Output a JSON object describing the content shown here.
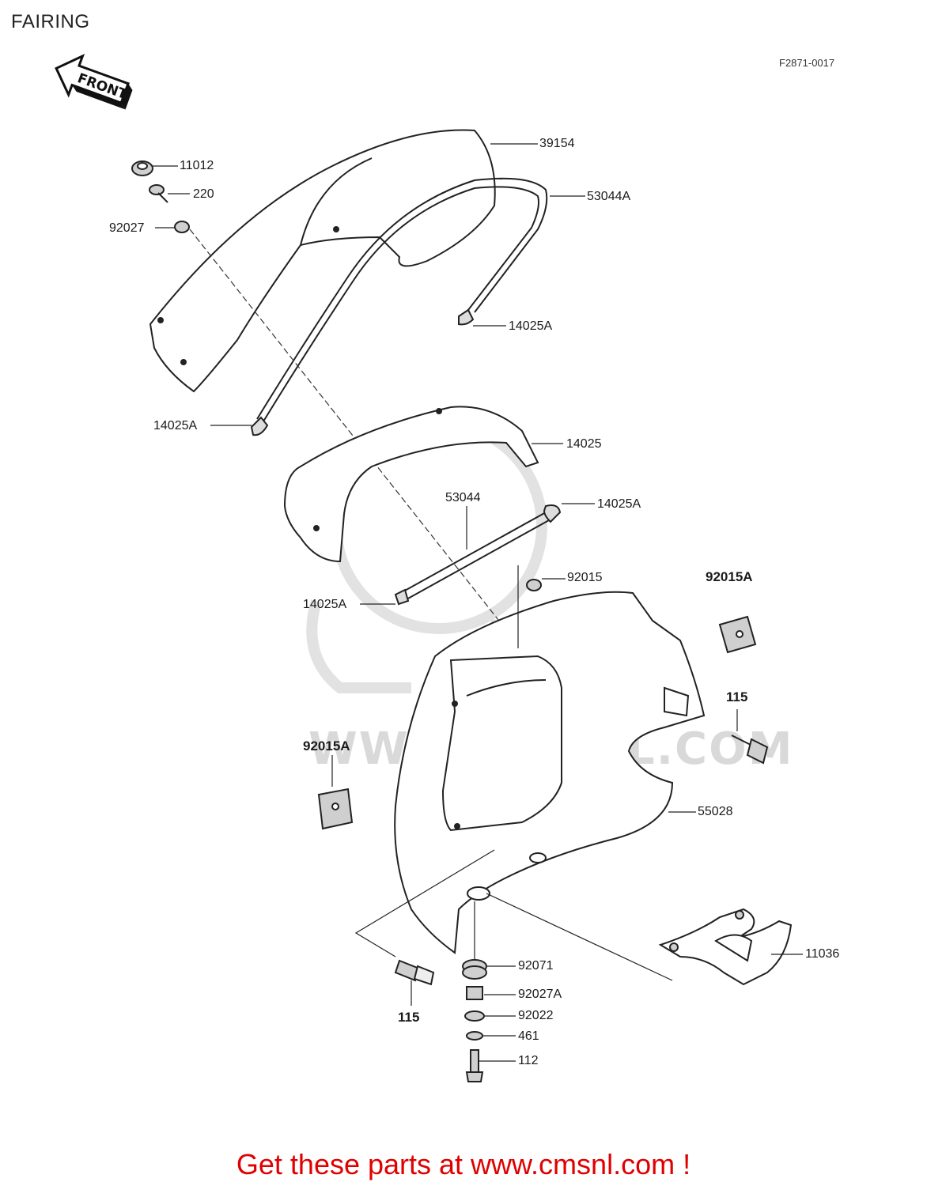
{
  "title": "FAIRING",
  "figure_code": "F2871-0017",
  "front_arrow_label": "FRONT",
  "watermark_text": "WWW.CMSNL.COM",
  "footer": "Get these parts at www.cmsnl.com !",
  "parts": [
    {
      "id": "39154",
      "name": "part-label-39154"
    },
    {
      "id": "11012",
      "name": "part-label-11012"
    },
    {
      "id": "220",
      "name": "part-label-220"
    },
    {
      "id": "53044A",
      "name": "part-label-53044a"
    },
    {
      "id": "92027",
      "name": "part-label-92027"
    },
    {
      "id": "14025A",
      "name": "part-label-14025a-top"
    },
    {
      "id": "14025A",
      "name": "part-label-14025a-left"
    },
    {
      "id": "14025",
      "name": "part-label-14025"
    },
    {
      "id": "53044",
      "name": "part-label-53044"
    },
    {
      "id": "14025A",
      "name": "part-label-14025a-mid"
    },
    {
      "id": "92015",
      "name": "part-label-92015"
    },
    {
      "id": "92015A",
      "name": "part-label-92015a-right"
    },
    {
      "id": "14025A",
      "name": "part-label-14025a-lower"
    },
    {
      "id": "115",
      "name": "part-label-115-right"
    },
    {
      "id": "92015A",
      "name": "part-label-92015a-left"
    },
    {
      "id": "55028",
      "name": "part-label-55028"
    },
    {
      "id": "11036",
      "name": "part-label-11036"
    },
    {
      "id": "92071",
      "name": "part-label-92071"
    },
    {
      "id": "92027A",
      "name": "part-label-92027a"
    },
    {
      "id": "115",
      "name": "part-label-115-bottom"
    },
    {
      "id": "92022",
      "name": "part-label-92022"
    },
    {
      "id": "461",
      "name": "part-label-461"
    },
    {
      "id": "112",
      "name": "part-label-112"
    }
  ]
}
